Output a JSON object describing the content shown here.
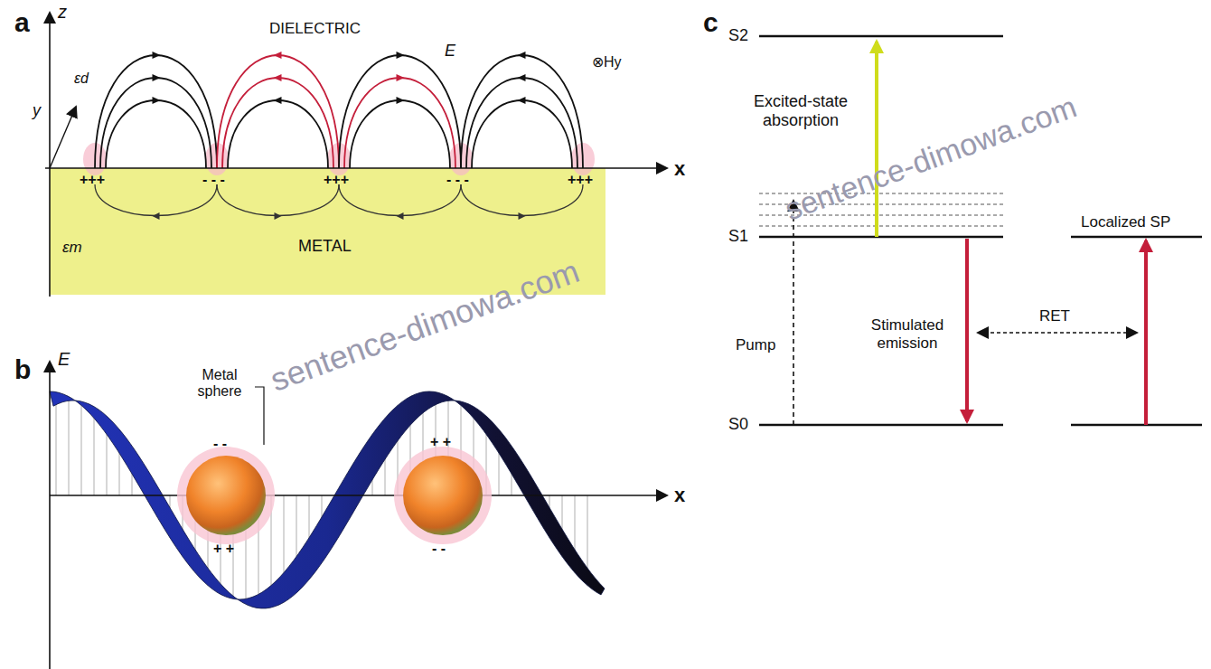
{
  "diagram": {
    "nodes": [
      {
        "text": [
          "METAL",
          "εm"
        ]
      }
    ],
    "labels": [
      "a",
      "z",
      "y",
      "x",
      "DIELECTRIC",
      "E",
      "⊗Hy",
      "εd",
      "+++",
      "- - -",
      "+++",
      "- - -",
      "+++",
      "b",
      "E",
      "x",
      "Metal sphere",
      "- -",
      "+ +",
      "+ +",
      "- -",
      "c",
      "S2",
      "Excited-state absorption",
      "S1",
      "Pump",
      "Stimulated emission",
      "RET",
      "Localized SP",
      "S0",
      "sentence-dimowa.com",
      "sentence-dimowa.com"
    ]
  }
}
